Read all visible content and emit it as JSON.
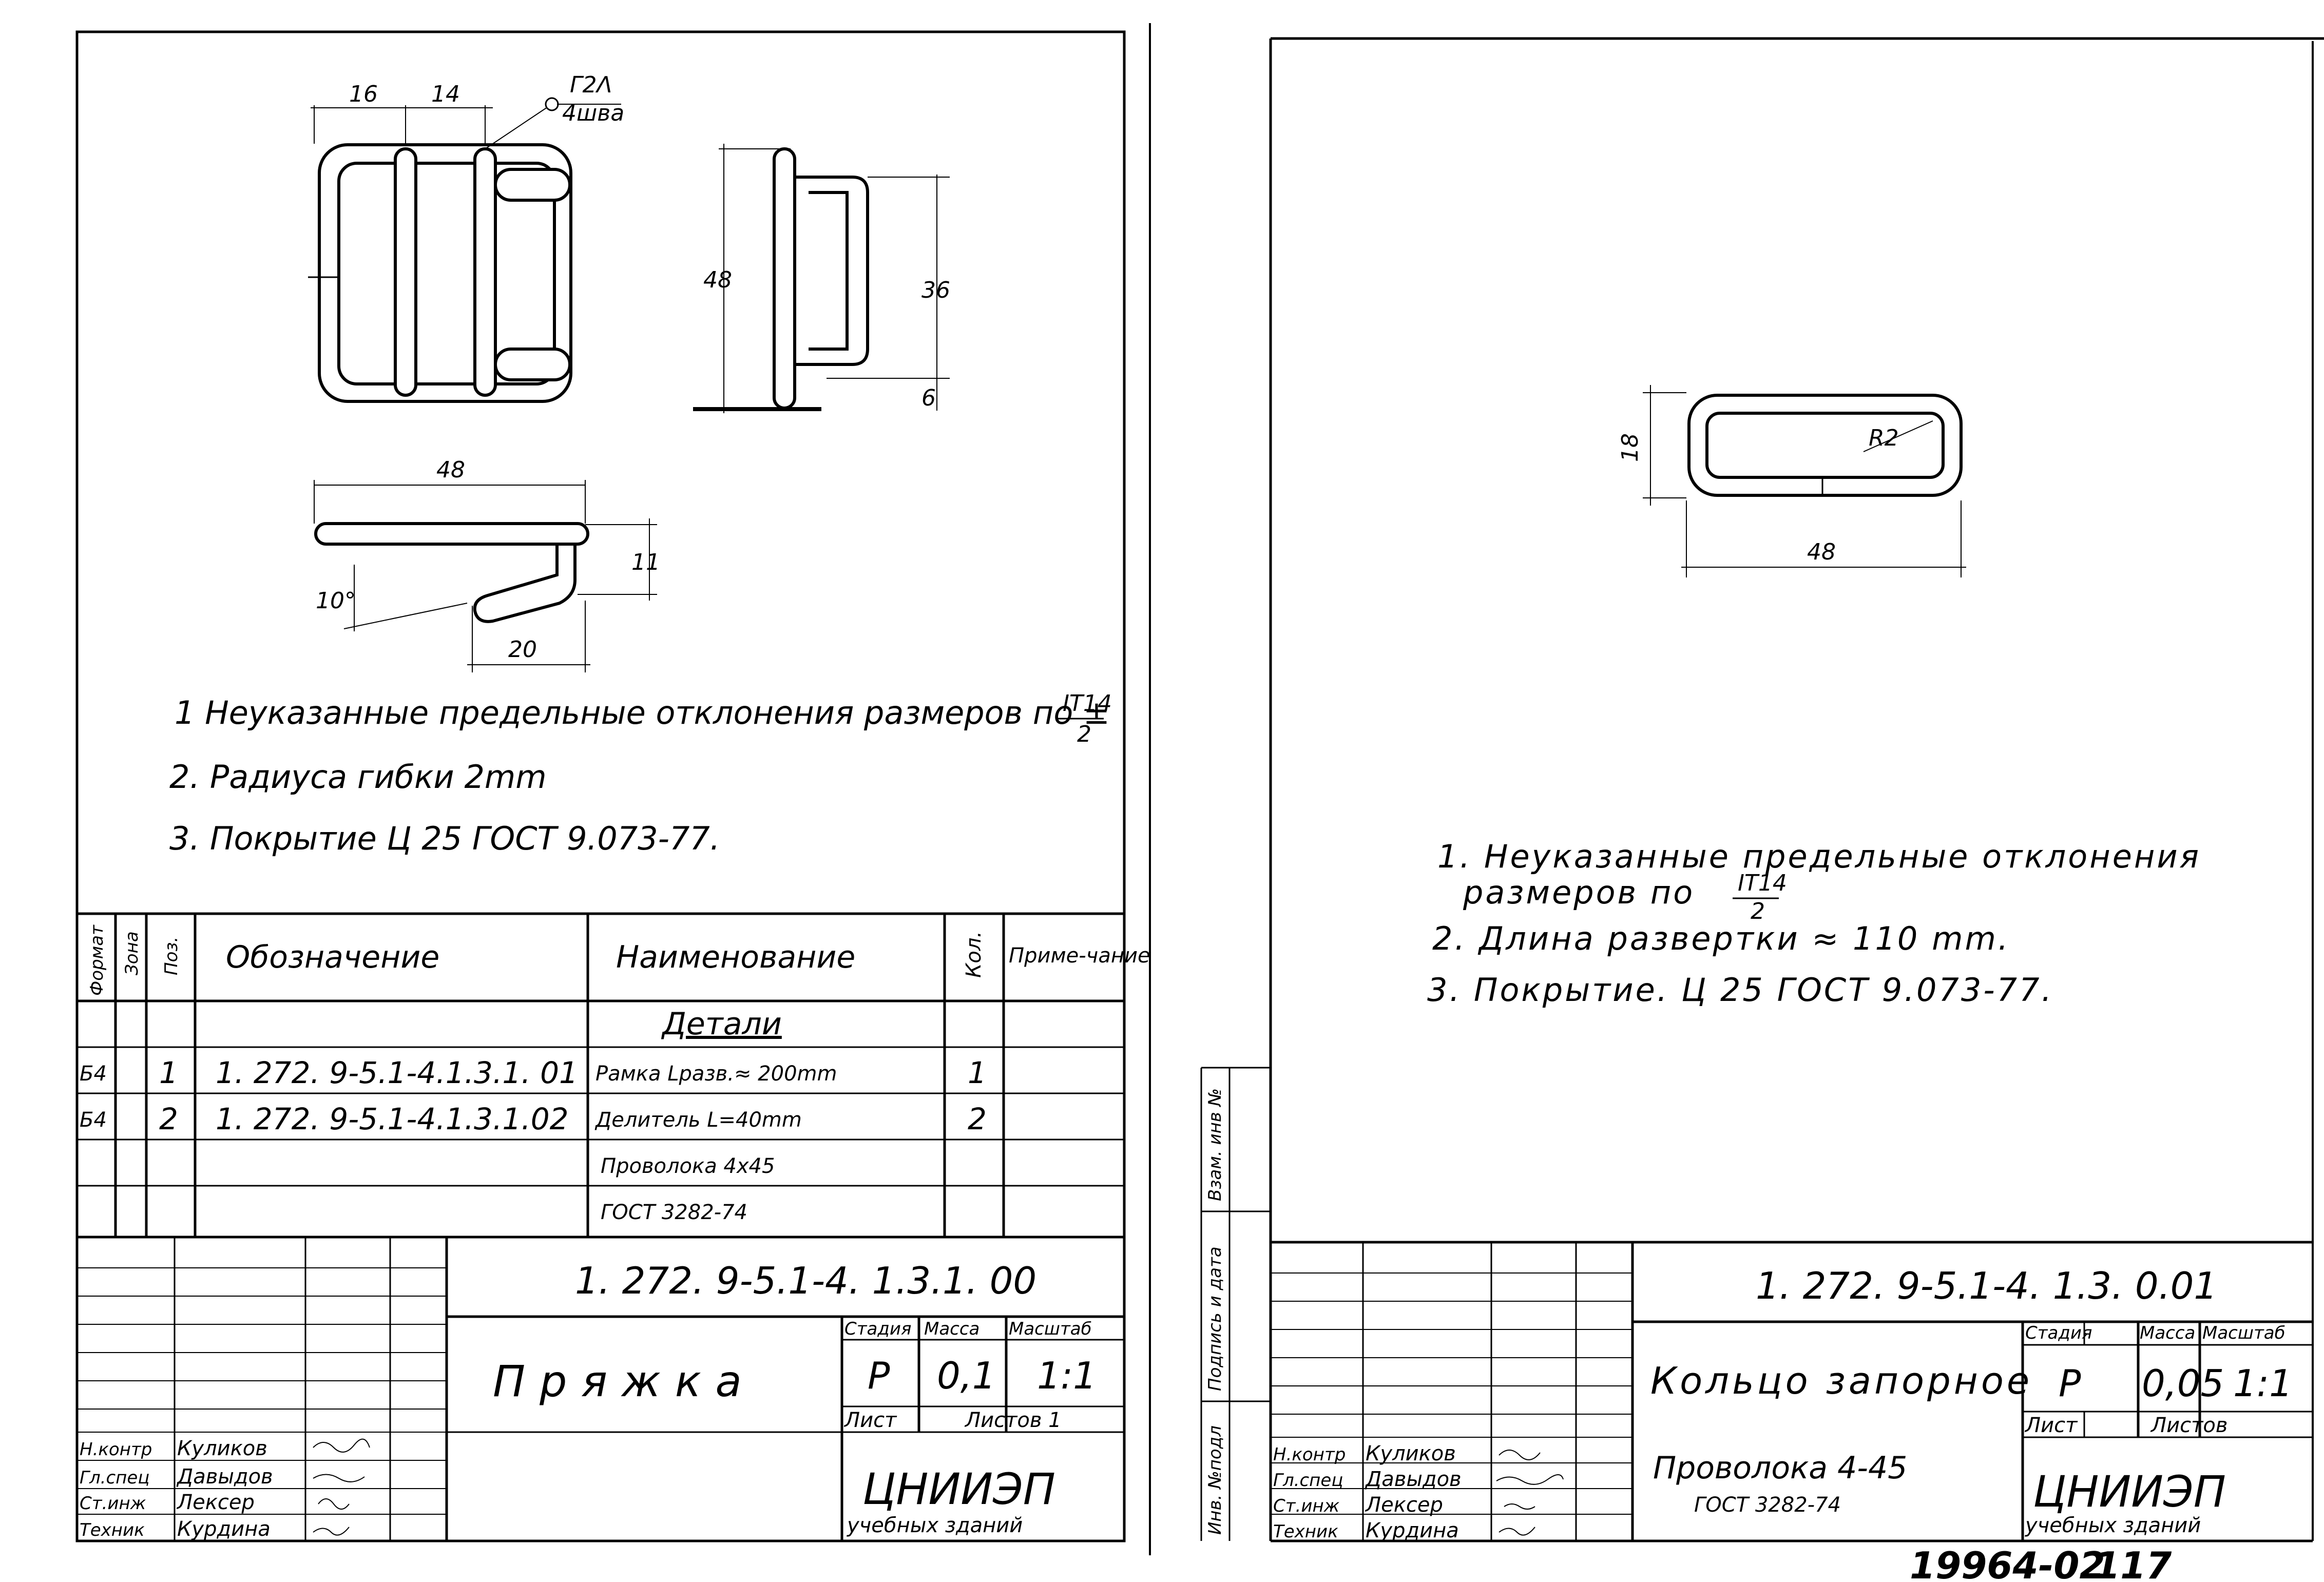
{
  "left_sheet": {
    "drawing_labels": {
      "dim_16": "16",
      "dim_14": "14",
      "weld_label_top": "Г2Λ",
      "weld_label_bottom": "4шва",
      "dim_48_side": "48",
      "dim_36": "36",
      "dim_6": "6",
      "dim_48_bottom": "48",
      "dim_11": "11",
      "dim_10deg": "10°",
      "dim_20": "20"
    },
    "notes": [
      "1 Неуказанные предельные отклонения размеров по ±",
      "2. Радиуса гибки 2mm",
      "3. Покрытие Ц 25 ГОСТ 9.073-77."
    ],
    "note1_fraction_num": "IT14",
    "note1_fraction_den": "2",
    "spec_table": {
      "headers": {
        "format": "Формат",
        "zone": "Зона",
        "pos": "Поз.",
        "designation": "Обозначение",
        "name": "Наименование",
        "qty": "Кол.",
        "note": "Приме-чание"
      },
      "section_title": "Детали",
      "rows": [
        {
          "format": "Б4",
          "pos": "1",
          "designation": "1. 272. 9-5.1-4.1.3.1. 01",
          "name": "Рамка Lразв.≈ 200mm",
          "qty": "1"
        },
        {
          "format": "Б4",
          "pos": "2",
          "designation": "1. 272. 9-5.1-4.1.3.1.02",
          "name": "Делитель L=40mm",
          "qty": "2"
        },
        {
          "format": "",
          "pos": "",
          "designation": "",
          "name": "Проволока 4х45",
          "qty": ""
        },
        {
          "format": "",
          "pos": "",
          "designation": "",
          "name": "ГОСТ 3282-74",
          "qty": ""
        }
      ]
    },
    "title_block": {
      "code": "1. 272. 9-5.1-4. 1.3.1. 00",
      "name": "Пряжка",
      "stage_h": "Стадия",
      "mass_h": "Масса",
      "scale_h": "Масштаб",
      "stage": "Р",
      "mass": "0,1",
      "scale": "1:1",
      "sheet_h": "Лист",
      "sheets_h": "Листов 1",
      "org": "ЦНИИЭП",
      "org_sub": "учебных зданий",
      "signatures": [
        {
          "role": "Н.контр",
          "name": "Куликов"
        },
        {
          "role": "Гл.спец",
          "name": "Давыдов"
        },
        {
          "role": "Ст.инж",
          "name": "Лексер"
        },
        {
          "role": "Техник",
          "name": "Курдина"
        }
      ]
    }
  },
  "right_sheet": {
    "drawing_labels": {
      "dim_18": "18",
      "radius": "R2",
      "dim_48": "48"
    },
    "notes": [
      "1. Неуказанные предельные отклонения",
      "размеров по",
      "2. Длина развертки ≈ 110 mm.",
      "3. Покрытие. Ц 25 ГОСТ 9.073-77."
    ],
    "note1_fraction_num": "IT14",
    "note1_fraction_den": "2",
    "side_labels": {
      "inv_orig": "Инв. №подл",
      "sign_date": "Подпись и дата",
      "replace_inv": "Взам. инв №"
    },
    "title_block": {
      "code": "1. 272. 9-5.1-4. 1.3. 0.01",
      "name": "Кольцо запорное",
      "stage_h": "Стадия",
      "mass_h": "Масса",
      "scale_h": "Масштаб",
      "stage": "Р",
      "mass": "0,05",
      "scale": "1:1",
      "sheet_h": "Лист",
      "sheets_h": "Листов",
      "material_1": "Проволока 4-45",
      "material_2": "ГОСТ 3282-74",
      "org": "ЦНИИЭП",
      "org_sub": "учебных зданий",
      "signatures": [
        {
          "role": "Н.контр",
          "name": "Куликов"
        },
        {
          "role": "Гл.спец",
          "name": "Давыдов"
        },
        {
          "role": "Ст.инж",
          "name": "Лексер"
        },
        {
          "role": "Техник",
          "name": "Курдина"
        }
      ]
    },
    "doc_number": "19964-02",
    "page_number": "117"
  }
}
